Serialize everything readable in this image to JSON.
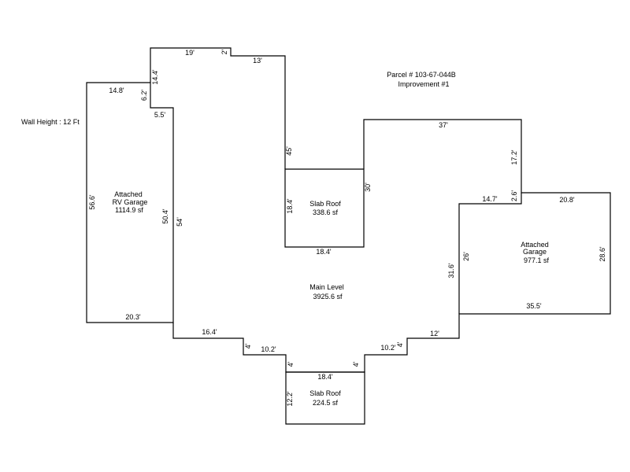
{
  "header": {
    "parcel": "Parcel # 103-67-044B",
    "improvement": "Improvement #1"
  },
  "wall_height": "Wall Height : 12 Ft",
  "areas": {
    "rv_garage": {
      "line1": "Attached",
      "line2": "RV Garage",
      "line3": "1114.9 sf"
    },
    "main_level": {
      "line1": "Main Level",
      "line2": "3925.6 sf"
    },
    "slab_roof_upper": {
      "line1": "Slab Roof",
      "line2": "338.6 sf"
    },
    "attached_garage": {
      "line1": "Attached",
      "line2": "Garage",
      "line3": "977.1 sf"
    },
    "slab_roof_lower": {
      "line1": "Slab Roof",
      "line2": "224.5 sf"
    }
  },
  "dims": {
    "rv_top": "14.8'",
    "rv_step": "6.2'",
    "rv_inner_top": "5.5'",
    "rv_left": "56.6'",
    "rv_right": "50.4'",
    "rv_bottom": "20.3'",
    "main_step_left": "14.4'",
    "main_top_left": "19'",
    "main_notch": "2'",
    "main_top_right": "13'",
    "main_left": "54'",
    "main_inner_drop": "45'",
    "main_bottom_left": "16.4'",
    "main_bottom_step_left": "4'",
    "main_bottom_mid_left": "10.2'",
    "lower_left_step": "4'",
    "lower_right_step": "4'",
    "main_bottom_mid_right": "10.2'",
    "main_bottom_step_right": "4'",
    "main_bottom_right": "12'",
    "main_right_lower": "31.6'",
    "main_right_ledge": "14.7'",
    "main_right_step": "2.6'",
    "main_right_upper": "17.2'",
    "main_top_wing": "37'",
    "main_wing_left": "30'",
    "slab_upper_left": "18.4'",
    "slab_upper_bottom": "18.4'",
    "garage_top": "20.8'",
    "garage_left": "26'",
    "garage_right": "28.6'",
    "garage_bottom": "35.5'",
    "slab_lower_top": "18.4'",
    "slab_lower_left": "12.2'"
  }
}
